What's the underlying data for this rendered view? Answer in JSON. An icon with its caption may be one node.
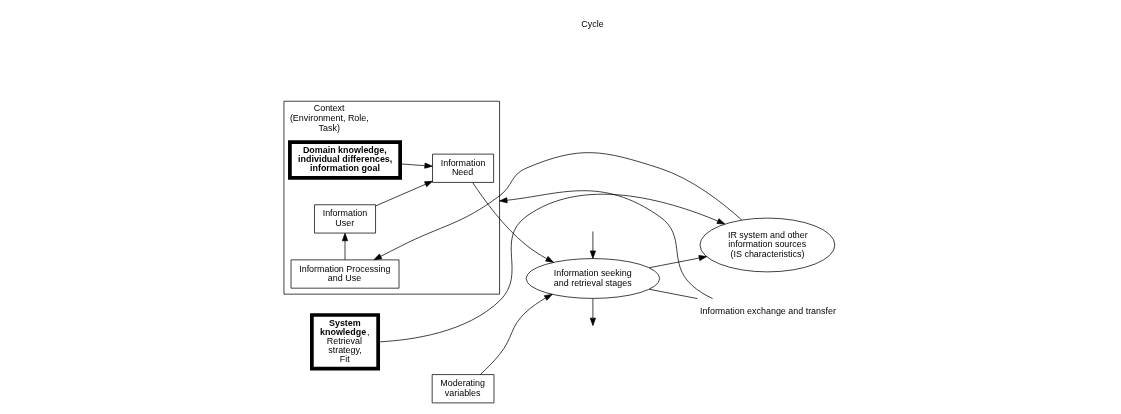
{
  "diagram": {
    "nodes": [
      {
        "text": [
          "Context (Environment, Role, Task)"
        ]
      },
      {
        "text": [
          "Domain knowledge, individual differences, information goal"
        ],
        "in": 0
      },
      {
        "text": [
          "Information User"
        ],
        "in": 0
      },
      {
        "text": [
          "Information Need"
        ],
        "in": 0
      },
      {
        "text": [
          "Information Processing and Use"
        ],
        "in": 0
      },
      {
        "text": [
          "Moderating variables"
        ]
      },
      {
        "text": [
          "Information seeking and retrieval stages"
        ]
      },
      {
        "text": [
          "IR system and other information sources (IS characteristics)"
        ]
      },
      {
        "text": [
          "**System knowledge**, Retrieval strategy, Fit"
        ]
      },
      {
        "text": [
          "Information exchange and transfer"
        ]
      }
    ],
    "edges": [
      {
        "from": 1,
        "to": 3,
        "arrow": "to"
      },
      {
        "from": 2,
        "to": 3,
        "arrow": "to"
      },
      {
        "from": 3,
        "to": 6,
        "arrow": "to"
      },
      {
        "from": 5,
        "to": 6,
        "arrow": "to"
      },
      {
        "from": 6,
        "to": 7,
        "arrow": "to"
      },
      {
        "from": 8,
        "to": 7,
        "arrow": "to"
      },
      {
        "from": 7,
        "to": 4,
        "arrow": "to"
      },
      {
        "from": 4,
        "to": 2,
        "arrow": "to"
      },
      {
        "from": 6,
        "to": 9,
        "arrow": "none"
      },
      {
        "from": 9,
        "to": 0,
        "arrow": "to"
      },
      {
        "from": null,
        "to": 6,
        "arrow": "to"
      },
      {
        "from": 6,
        "to": null,
        "arrow": "to"
      }
    ],
    "labels": [
      "Cycle"
    ]
  }
}
